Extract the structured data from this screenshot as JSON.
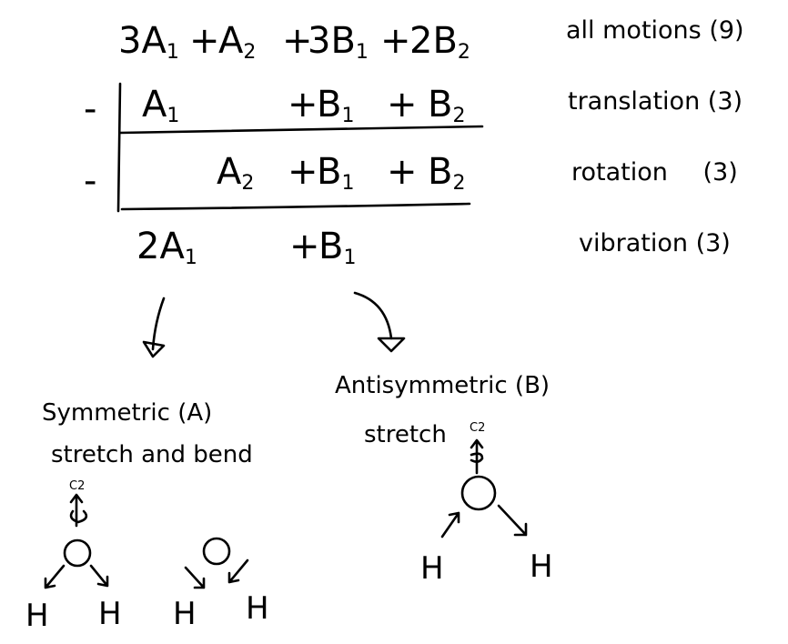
{
  "rows": [
    {
      "sign": "",
      "terms": [
        {
          "coef": "3",
          "sym": "A",
          "sub": "1"
        },
        {
          "coef": "",
          "sym": "A",
          "sub": "2"
        },
        {
          "coef": "3",
          "sym": "B",
          "sub": "1"
        },
        {
          "coef": "2",
          "sym": "B",
          "sub": "2"
        }
      ],
      "label": "all motions",
      "count": "(9)"
    },
    {
      "sign": "-",
      "terms": [
        {
          "coef": "",
          "sym": "A",
          "sub": "1"
        },
        {
          "coef": "",
          "sym": "B",
          "sub": "1"
        },
        {
          "coef": "",
          "sym": "B",
          "sub": "2"
        }
      ],
      "label": "translation",
      "count": "(3)"
    },
    {
      "sign": "-",
      "terms": [
        {
          "coef": "",
          "sym": "A",
          "sub": "2"
        },
        {
          "coef": "",
          "sym": "B",
          "sub": "1"
        },
        {
          "coef": "",
          "sym": "B",
          "sub": "2"
        }
      ],
      "label": "rotation",
      "count": "(3)"
    },
    {
      "sign": "",
      "terms": [
        {
          "coef": "2",
          "sym": "A",
          "sub": "1"
        },
        {
          "coef": "",
          "sym": "B",
          "sub": "1"
        }
      ],
      "label": "vibration",
      "count": "(3)"
    }
  ],
  "plus": "+",
  "symmetric": {
    "title": "Symmetric (A)",
    "subtitle": "stretch and bend"
  },
  "antisymmetric": {
    "title": "Antisymmetric (B)",
    "subtitle": "stretch"
  },
  "axis_label": "C2",
  "atoms": {
    "oxygen": "O",
    "hydrogen": "H"
  }
}
